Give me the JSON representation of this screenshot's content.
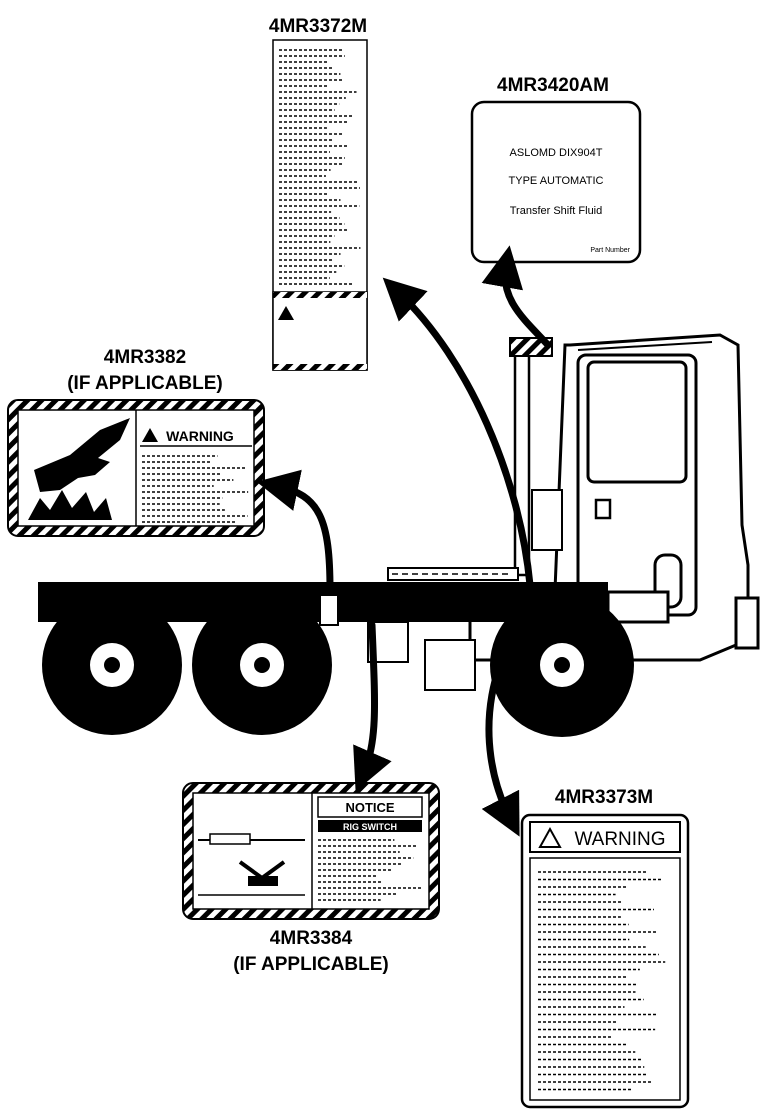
{
  "decals": {
    "top": {
      "part_number": "4MR3372M"
    },
    "top_right": {
      "part_number": "4MR3420AM",
      "lines": [
        "ASLOMD DIX904T",
        "TYPE AUTOMATIC",
        "Transfer Shift Fluid"
      ],
      "footer": "Part Number"
    },
    "left": {
      "part_number": "4MR3382",
      "qualifier": "(IF APPLICABLE)",
      "signal_word": "WARNING"
    },
    "bottom_center": {
      "part_number": "4MR3384",
      "qualifier": "(IF APPLICABLE)",
      "signal_word": "NOTICE",
      "sub_heading": "RIG SWITCH"
    },
    "bottom_right": {
      "part_number": "4MR3373M",
      "signal_word": "WARNING"
    }
  },
  "icons": {
    "hazard": "warning-triangle-icon",
    "hand_crush": "hand-crush-icon",
    "truck": "truck-icon"
  },
  "colors": {
    "ink": "#000000",
    "paper": "#ffffff"
  }
}
